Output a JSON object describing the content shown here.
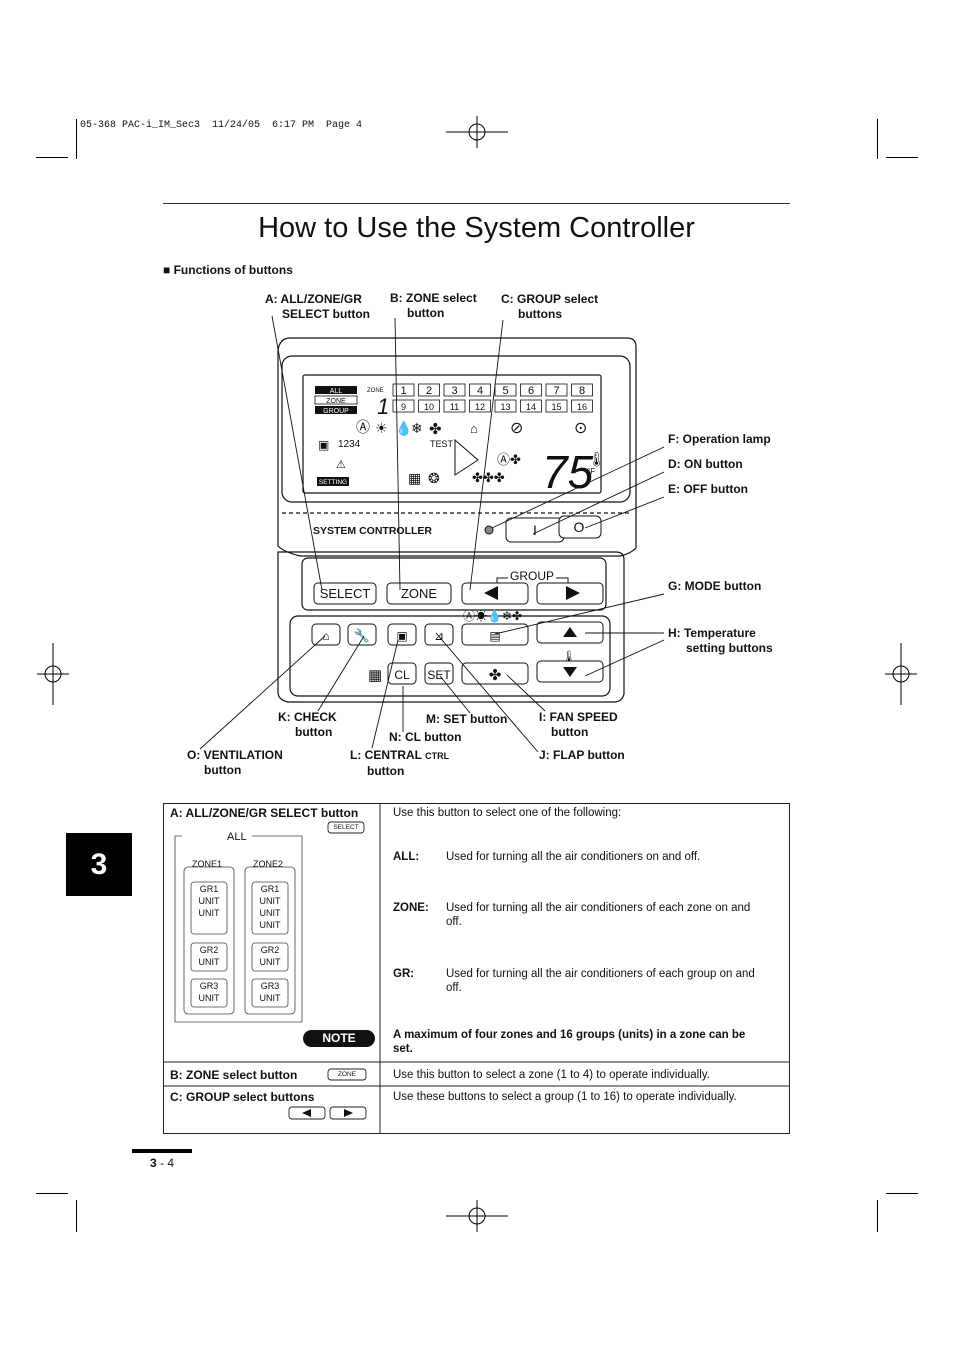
{
  "print_slug": "05-368 PAC-i_IM_Sec3  11/24/05  6:17 PM  Page 4",
  "title": "How to Use the System Controller",
  "section_heading": "■ Functions of buttons",
  "chapter_tab": "3",
  "diagram": {
    "callouts": {
      "a_line1": "A: ALL/ZONE/GR",
      "a_line2": "SELECT button",
      "b_line1": "B: ZONE select",
      "b_line2": "button",
      "c_line1": "C: GROUP select",
      "c_line2": "buttons",
      "f": "F:  Operation lamp",
      "d": "D:  ON button",
      "e": "E:  OFF button",
      "g": "G:  MODE button",
      "h_line1": "H:  Temperature",
      "h_line2": "setting buttons",
      "k_line1": "K:  CHECK",
      "k_line2": "button",
      "m": "M:  SET button",
      "i_line1": "I:  FAN SPEED",
      "i_line2": "button",
      "n": "N:  CL button",
      "o_line1": "O:  VENTILATION",
      "o_line2": "button",
      "l_line1": "L:  CENTRAL",
      "l_ctrl": "CTRL",
      "l_line2": "button",
      "j": "J:  FLAP button"
    },
    "lcd": {
      "all": "ALL",
      "zone": "ZONE",
      "group": "GROUP",
      "zone_caption": "ZONE",
      "zone_digit": "1",
      "groups_row1": [
        "1",
        "2",
        "3",
        "4",
        "5",
        "6",
        "7",
        "8"
      ],
      "groups_row2": [
        "9",
        "10",
        "11",
        "12",
        "13",
        "14",
        "15",
        "16"
      ],
      "central_numbers": "1234",
      "test": "TEST",
      "setting": "SETTING",
      "temperature": "75",
      "unit": "°F"
    },
    "panel": {
      "brand": "SYSTEM CONTROLLER",
      "on_symbol": "I",
      "off_symbol": "O",
      "select": "SELECT",
      "zone": "ZONE",
      "group": "GROUP",
      "cl": "CL",
      "set": "SET"
    }
  },
  "table": {
    "row_a": {
      "label": "A: ALL/ZONE/GR SELECT button",
      "button_icon": "SELECT",
      "tree": {
        "all": "ALL",
        "zone1": "ZONE1",
        "zone2": "ZONE2",
        "gr1": "GR1",
        "gr2": "GR2",
        "gr3": "GR3",
        "unit": "UNIT"
      },
      "note": "NOTE",
      "intro": "Use this button to select one of the following:",
      "all_term": "ALL:",
      "all_desc": "Used for turning all the air conditioners on and off.",
      "zone_term": "ZONE:",
      "zone_desc_1": "Used for turning all the air conditioners of each zone on and",
      "zone_desc_2": "off.",
      "gr_term": "GR:",
      "gr_desc_1": "Used for turning all the air conditioners of each group on and",
      "gr_desc_2": "off.",
      "note_text_1": "A maximum of four zones and 16 groups (units) in a zone can be",
      "note_text_2": "set."
    },
    "row_b": {
      "label": "B: ZONE select button",
      "button_icon": "ZONE",
      "desc": "Use this button to select a zone (1 to 4) to operate individually."
    },
    "row_c": {
      "label": "C: GROUP select buttons",
      "desc": "Use these buttons to select a group (1 to 16) to operate individually."
    }
  },
  "page_number_bold": "3",
  "page_number_rest": " - 4"
}
